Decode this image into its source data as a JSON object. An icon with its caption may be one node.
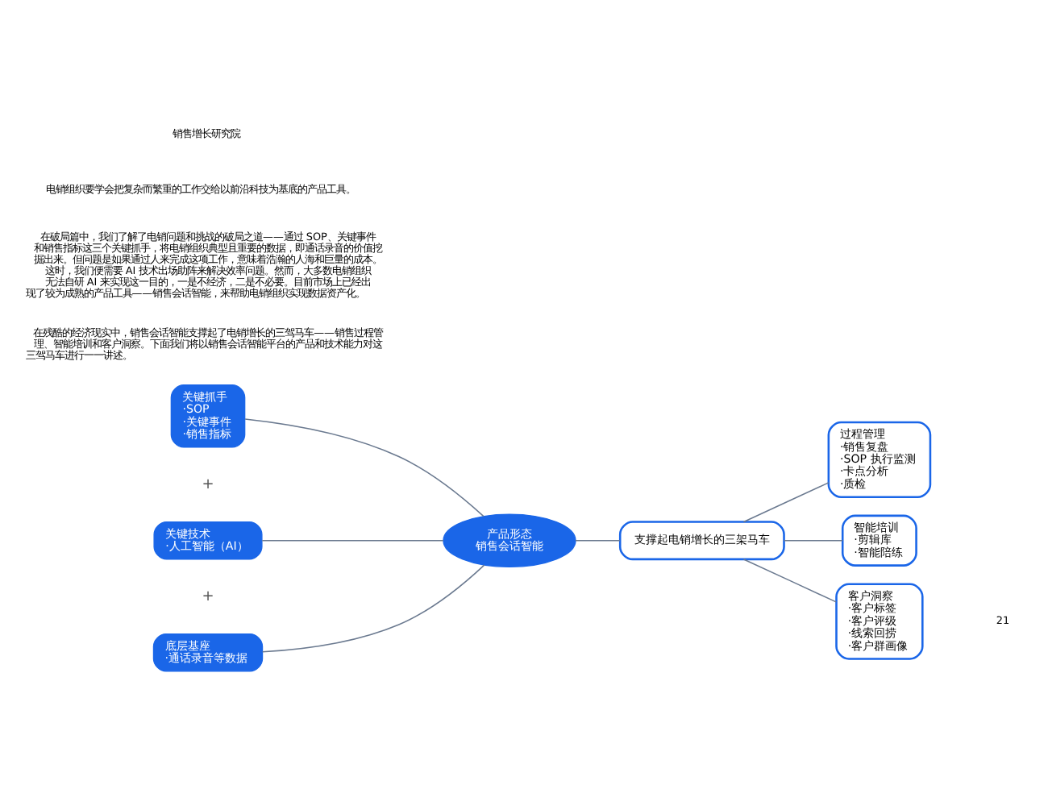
{
  "diagram": {
    "nodes": [
      {
        "text": [
          "关键抓手",
          "·SOP",
          "·关键事件",
          "·销售指标"
        ]
      },
      {
        "text": [
          "关键技术",
          "·人工智能（AI）"
        ]
      },
      {
        "text": [
          "底层基座",
          "·通话录音等数据"
        ]
      },
      {
        "text": [
          "产品形态",
          "销售会话智能"
        ]
      },
      {
        "text": [
          "支撑起电销增长的三架马车"
        ]
      },
      {
        "text": [
          "过程管理",
          "·销售复盘",
          "·SOP 执行监测",
          "·卡点分析",
          "·质检"
        ]
      },
      {
        "text": [
          "智能培训",
          "·剪辑库",
          "·智能陪练"
        ]
      },
      {
        "text": [
          "客户洞察",
          "·客户标签",
          "·客户评级",
          "·线索回捞",
          "·客户群画像"
        ]
      }
    ],
    "edges": [
      {
        "from": 0,
        "to": 3,
        "arrow": "none"
      },
      {
        "from": 1,
        "to": 3,
        "arrow": "none"
      },
      {
        "from": 2,
        "to": 3,
        "arrow": "none"
      },
      {
        "from": 3,
        "to": 4,
        "arrow": "none"
      },
      {
        "from": 4,
        "to": 5,
        "arrow": "none"
      },
      {
        "from": 4,
        "to": 6,
        "arrow": "none"
      },
      {
        "from": 4,
        "to": 7,
        "arrow": "none"
      }
    ],
    "labels": [
      "销售增长研究院",
      "电销组织要学会把复杂而繁重的工作交给以前沿科技为基底的产品工具。",
      "在破局篇中，我们了解了电销问题和挑战的破局之道——通过 SOP、关键事件和销售指标这三个关键抓手，将电销组织典型且重要的数据，即通话录音的价值挖掘出来。但问题是如果通过人来完成这项工作，意味着浩瀚的人海和巨量的成本。这时，我们便需要 AI 技术出场助阵来解决效率问题。然而，大多数电销组织无法自研 AI 来实现这一目的，一是不经济，二是不必要。目前市场上已经出现了较为成熟的产品工具——销售会话智能，来帮助电销组织实现数据资产化。",
      "在残酷的经济现实中，销售会话智能支撑起了电销增长的三驾马车——销售过程管理、智能培训和客户洞察。下面我们将以销售会话智能平台的产品和技术能力对这三驾马车进行一一讲述。",
      "+",
      "+",
      "21"
    ]
  }
}
